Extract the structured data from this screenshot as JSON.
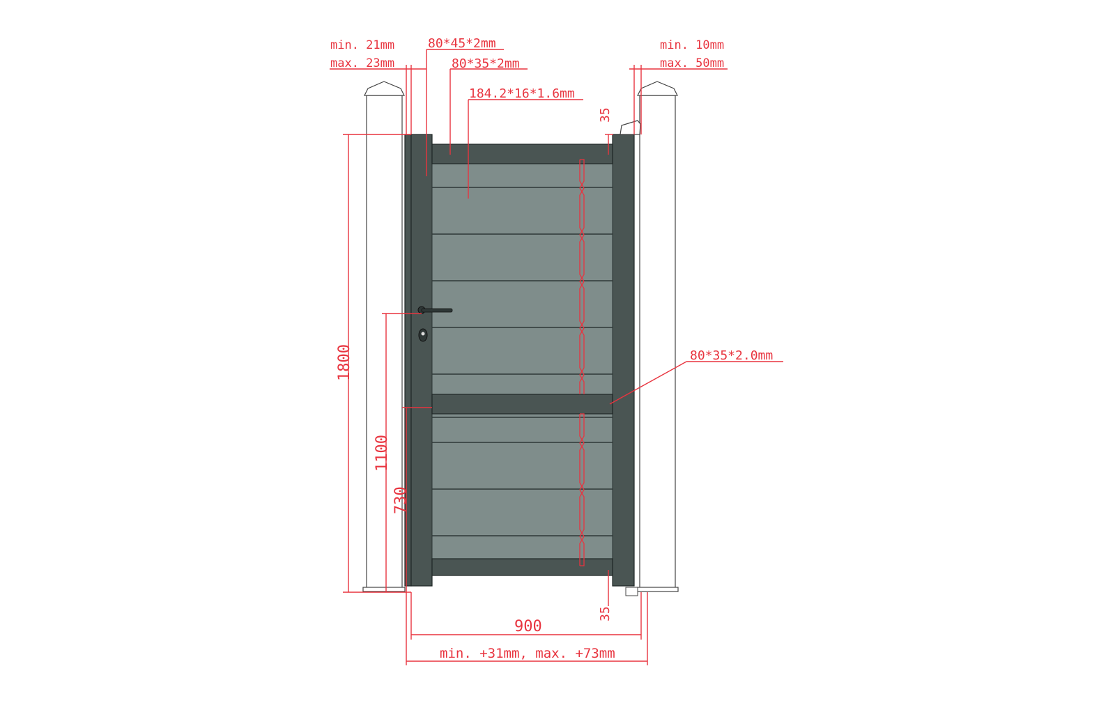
{
  "labels": {
    "left_gap_min": "min. 21mm",
    "left_gap_max": "max. 23mm",
    "stile_profile": "80*45*2mm",
    "rail_profile": "80*35*2mm",
    "slat_profile": "184.2*16*1.6mm",
    "right_gap_min": "min. 10mm",
    "right_gap_max": "max. 50mm",
    "top_clearance": "35",
    "bottom_clearance": "35",
    "middle_rail_profile": "80*35*2.0mm",
    "height_total": "1800",
    "height_handle": "1100",
    "height_mid_rail": "730",
    "width_gate": "900",
    "width_total": "min. +31mm, max. +73mm"
  },
  "colors": {
    "dimension": "#e8343f",
    "frame": "#4a5553",
    "panel": "#7f8d8b",
    "post": "#ffffff"
  }
}
